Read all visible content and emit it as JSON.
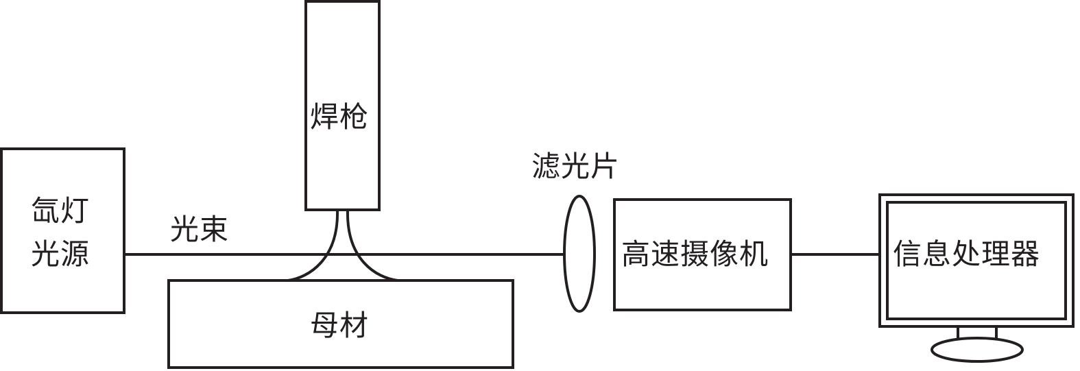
{
  "diagram": {
    "xenon_lamp": {
      "line1": "氙灯",
      "line2": "光源"
    },
    "beam_label": "光束",
    "torch_label": "焊枪",
    "base_metal_label": "母材",
    "filter_label": "滤光片",
    "camera_label": "高速摄像机",
    "processor_label": "信息处理器",
    "line_color": "#231f20",
    "background": "#ffffff"
  }
}
